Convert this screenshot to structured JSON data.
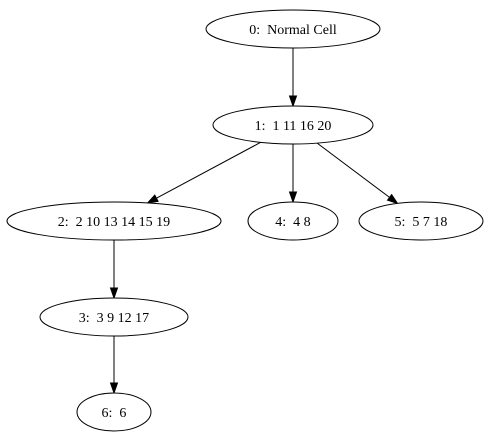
{
  "diagram": {
    "nodes": [
      {
        "id": "0",
        "label": "0:  Normal Cell"
      },
      {
        "id": "1",
        "label": "1:  1 11 16 20"
      },
      {
        "id": "2",
        "label": "2:  2 10 13 14 15 19"
      },
      {
        "id": "4",
        "label": "4:  4 8"
      },
      {
        "id": "5",
        "label": "5:  5 7 18"
      },
      {
        "id": "3",
        "label": "3:  3 9 12 17"
      },
      {
        "id": "6",
        "label": "6:  6"
      }
    ],
    "edges": [
      {
        "from": "0",
        "to": "1"
      },
      {
        "from": "1",
        "to": "2"
      },
      {
        "from": "1",
        "to": "4"
      },
      {
        "from": "1",
        "to": "5"
      },
      {
        "from": "2",
        "to": "3"
      },
      {
        "from": "3",
        "to": "6"
      }
    ],
    "colors": {
      "stroke": "#000000",
      "fill": "#ffffff",
      "text": "#000000"
    }
  }
}
